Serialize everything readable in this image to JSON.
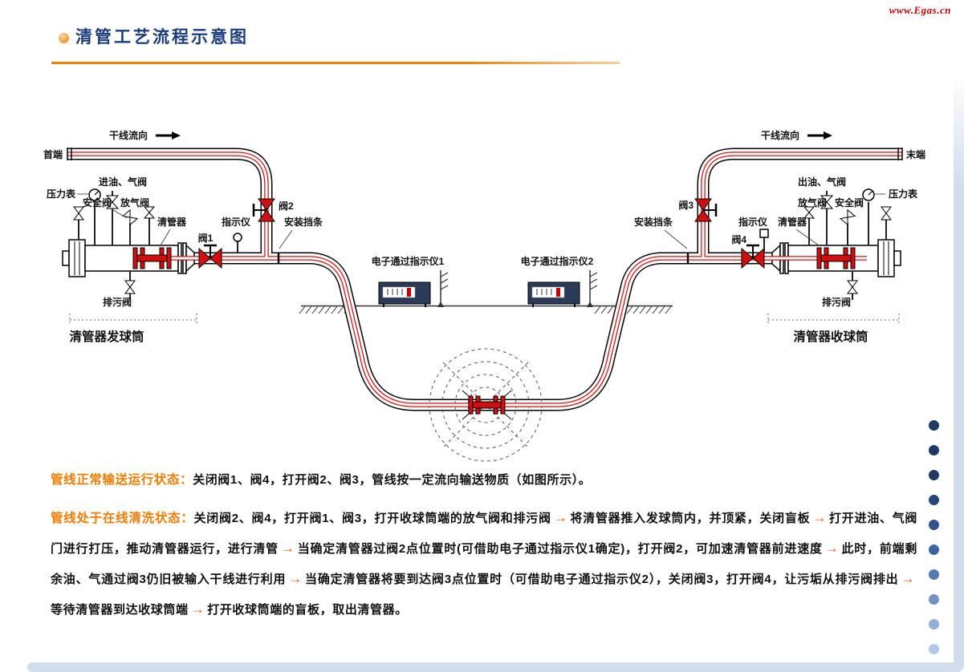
{
  "watermark": "www.Egas.cn",
  "header": {
    "title": "清管工艺流程示意图"
  },
  "diagram": {
    "flow_label_left": "干线流向",
    "flow_label_right": "干线流向",
    "head_end": "首端",
    "tail_end": "末端",
    "valve1": "阀1",
    "valve2": "阀2",
    "valve3": "阀3",
    "valve4": "阀4",
    "launcher": {
      "pressure_gauge": "压力表",
      "inlet_valve": "进油、气阀",
      "safety_valve": "安全阀",
      "vent_valve": "放气阀",
      "pig": "清管器",
      "indicator": "指示仪",
      "stop_bar": "安装挡条",
      "drain_valve": "排污阀",
      "caption": "清管器发球筒"
    },
    "receiver": {
      "pressure_gauge": "压力表",
      "outlet_valve": "出油、气阀",
      "safety_valve": "安全阀",
      "vent_valve": "放气阀",
      "pig": "清管器",
      "indicator": "指示仪",
      "stop_bar": "安装挡条",
      "drain_valve": "排污阀",
      "caption": "清管器收球筒"
    },
    "pass_indicator1": "电子通过指示仪1",
    "pass_indicator2": "电子通过指示仪2"
  },
  "notes": {
    "arrow": "→",
    "normal_label": "管线正常输送运行状态：",
    "normal_text": "关闭阀1、阀4，打开阀2、阀3，管线按一定流向输送物质（如图所示）。",
    "cleaning_label": "管线处于在线清洗状态：",
    "cleaning_segments": [
      "关闭阀2、阀4，打开阀1、阀3，打开收球筒端的放气阀和排污阀",
      "将清管器推入发球筒内，并顶紧，关闭盲板",
      "打开进油、气阀门进行打压，推动清管器运行，进行清管",
      "当确定清管器过阀2点位置时(可借助电子通过指示仪1确定)，打开阀2，可加速清管器前进速度",
      "此时，前端剩余油、气通过阀3仍旧被输入干线进行利用",
      "当确定清管器将要到达阀3点位置时（可借助电子通过指示仪2），关闭阀3，打开阀4，让污垢从排污阀排出",
      "等待清管器到达收球筒端",
      "打开收球筒端的盲板，取出清管器。"
    ]
  },
  "colors": {
    "accent_orange": "#f07c00",
    "arrow_orange": "#e8540a",
    "pipe_red": "#d01010",
    "title_navy": "#1b3d7c"
  },
  "side_dots": {
    "colors": [
      "#203a66",
      "#203a66",
      "#203a66",
      "#27457b",
      "#2e5190",
      "#3c63a5",
      "#5478b4",
      "#7292c4",
      "#93aed4",
      "#b3c8e4"
    ]
  }
}
